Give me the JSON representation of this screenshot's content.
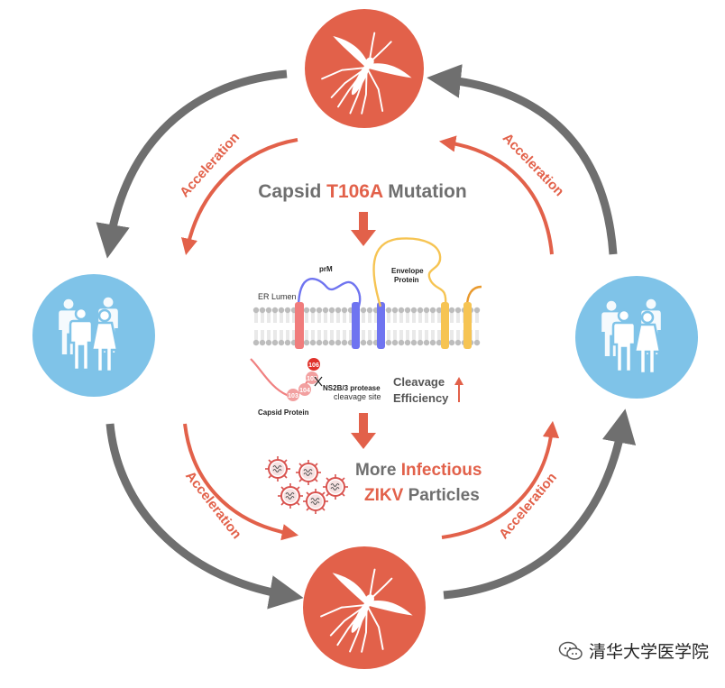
{
  "headline": {
    "prefix": "Capsid",
    "mutation": "T106A",
    "suffix": "Mutation"
  },
  "cycle_labels": [
    "Acceleration",
    "Acceleration",
    "Acceleration",
    "Acceleration"
  ],
  "membrane": {
    "er_lumen": "ER Lumen",
    "prm": "prM",
    "envelope_line1": "Envelope",
    "envelope_line2": "Protein",
    "capsid_protein": "Capsid Protein",
    "residues": [
      "106",
      "105",
      "104",
      "103"
    ],
    "protease_line1": "NS2B/3 protease",
    "protease_line2": "cleavage site",
    "cleavage_line1": "Cleavage",
    "cleavage_line2": "Efficiency"
  },
  "result": {
    "more": "More",
    "infectious": "Infectious",
    "zikv": "ZIKV",
    "particles": "Particles"
  },
  "watermark": {
    "text": "清华大学医学院",
    "icon": "wechat-icon"
  },
  "colors": {
    "accent_red": "#e2614a",
    "mosquito_circle": "#e2614a",
    "human_circle": "#7fc3e8",
    "grey_arrow": "#6f6f6f",
    "prm_blue": "#6f74f0",
    "envelope_yellow": "#f6c453",
    "capsid_pink": "#f08080"
  }
}
